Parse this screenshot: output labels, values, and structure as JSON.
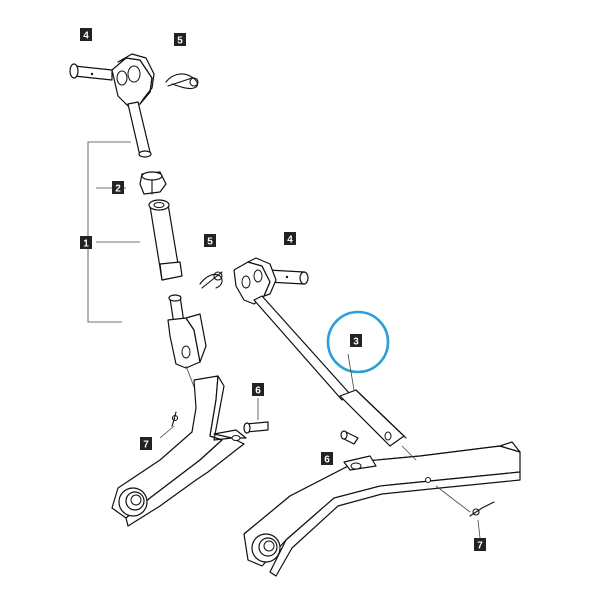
{
  "diagram": {
    "callouts": [
      {
        "id": "c4a",
        "label": "4"
      },
      {
        "id": "c5a",
        "label": "5"
      },
      {
        "id": "c2",
        "label": "2"
      },
      {
        "id": "c1",
        "label": "1"
      },
      {
        "id": "c5b",
        "label": "5"
      },
      {
        "id": "c4b",
        "label": "4"
      },
      {
        "id": "c3",
        "label": "3"
      },
      {
        "id": "c6a",
        "label": "6"
      },
      {
        "id": "c7a",
        "label": "7"
      },
      {
        "id": "c6b",
        "label": "6"
      },
      {
        "id": "c7b",
        "label": "7"
      }
    ],
    "highlight_color": "#2aa0d8"
  }
}
